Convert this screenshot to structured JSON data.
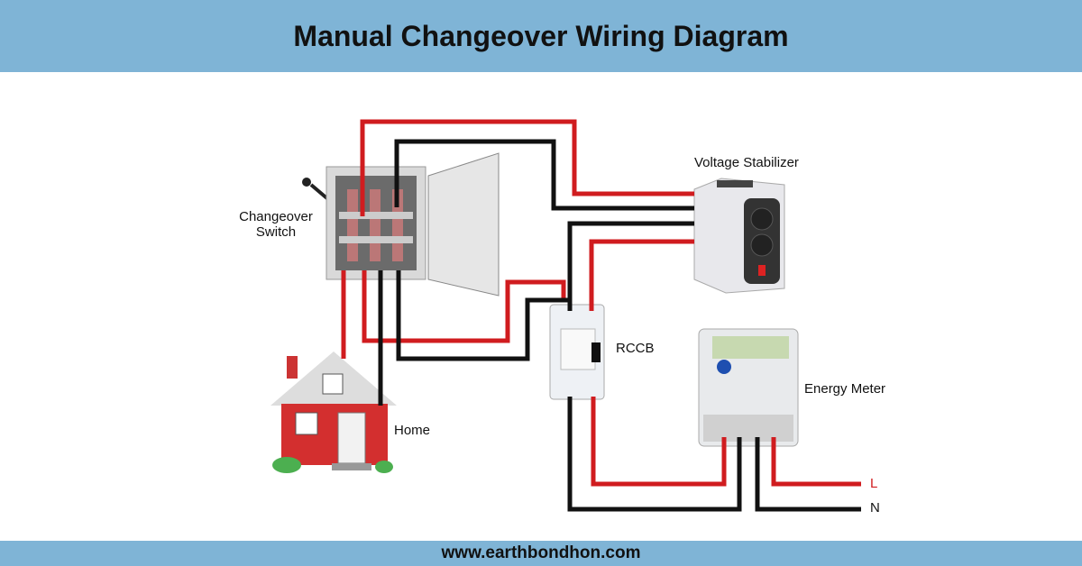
{
  "title": "Manual Changeover Wiring Diagram",
  "footer": "www.earthbondhon.com",
  "labels": {
    "changeover": "Changeover Switch",
    "stabilizer": "Voltage Stabilizer",
    "rccb": "RCCB",
    "meter": "Energy Meter",
    "home": "Home",
    "live": "L",
    "neutral": "N"
  },
  "colors": {
    "live": "#d01c1f",
    "neutral": "#111111",
    "band": "#7fb4d6"
  }
}
